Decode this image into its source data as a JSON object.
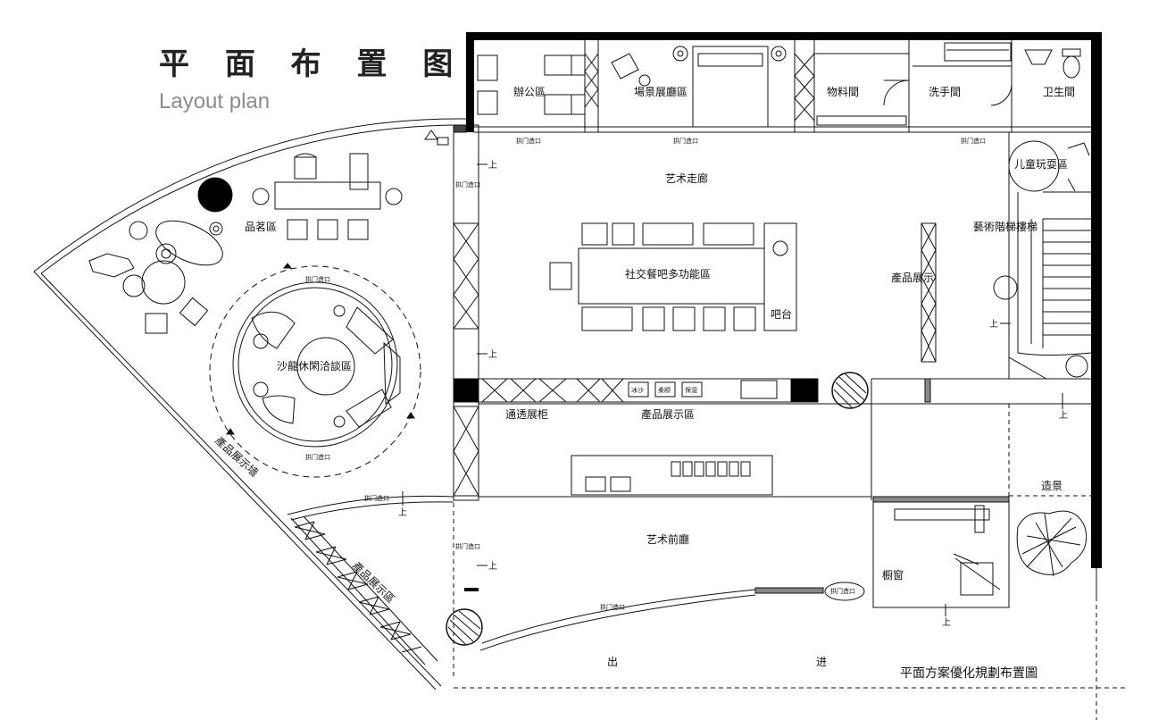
{
  "header": {
    "title": "平 面 布 置 图",
    "subtitle": "Layout plan"
  },
  "rooms": {
    "office": "辦公區",
    "scene_display": "場景展廳區",
    "storage": "物料間",
    "washroom": "洗手間",
    "toilet": "卫生間",
    "kids_play": "儿童玩耍區",
    "art_stairs": "藝術階梯樓梯",
    "art_corridor": "艺术走廊",
    "social_dining": "社交餐吧多功能區",
    "bar": "吧台",
    "product_display_wall": "產品展示",
    "tea_area": "品茗區",
    "salon": "沙龍休閑洽談區",
    "see_through_cabinet": "通透展柜",
    "product_display_area": "產品展示區",
    "art_lobby": "艺术前廳",
    "window": "橱窗",
    "landscape": "造景",
    "product_wall_outer": "產品展示墙",
    "product_wall_lower": "產品展示區",
    "exit": "出",
    "enter": "进"
  },
  "small_labels": {
    "door": "拱门造口",
    "up": "上",
    "shelf1": "冰沙",
    "shelf2": "柔顺",
    "shelf3": "保湿"
  },
  "footer": {
    "caption": "平面方案優化規劃布置圖"
  },
  "colors": {
    "line": "#111111",
    "wall": "#000000",
    "title": "#222222",
    "subtitle": "#8c8c8c"
  }
}
